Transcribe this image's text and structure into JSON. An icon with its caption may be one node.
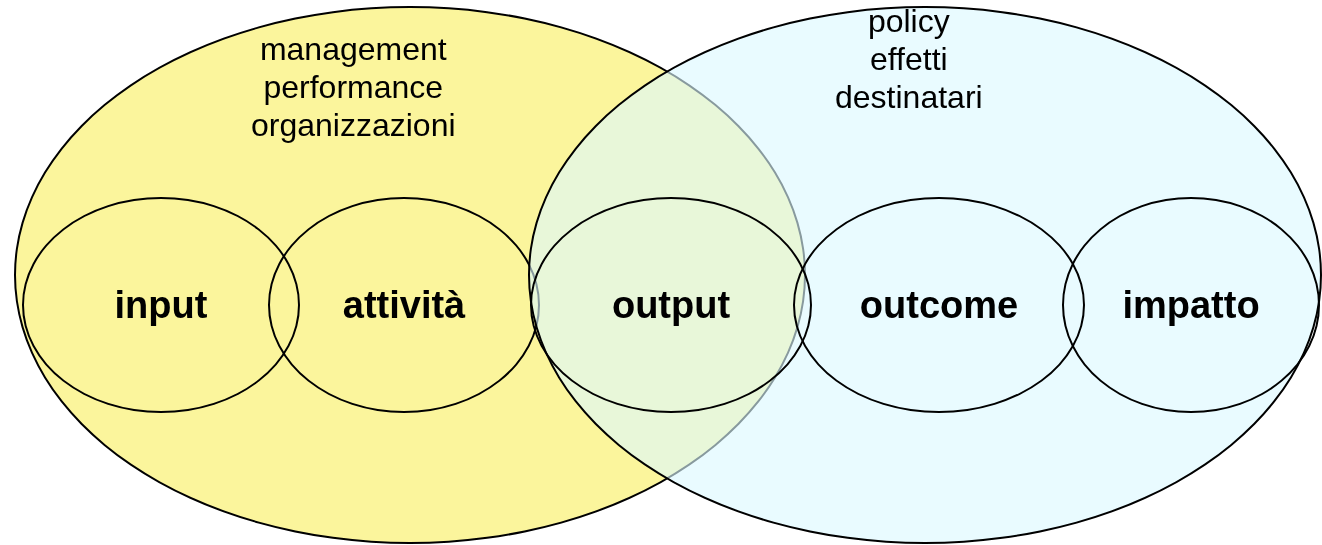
{
  "diagram": {
    "nodes": [
      {
        "text": [
          "management performance organizzazioni"
        ]
      },
      {
        "text": [
          "policy effetti destinatari"
        ]
      },
      {
        "text": [
          "input"
        ],
        "in": 0
      },
      {
        "text": [
          "attività"
        ],
        "in": 0
      },
      {
        "text": [
          "output"
        ]
      },
      {
        "text": [
          "outcome"
        ],
        "in": 1
      },
      {
        "text": [
          "impatto"
        ],
        "in": 1
      }
    ],
    "edges": []
  }
}
